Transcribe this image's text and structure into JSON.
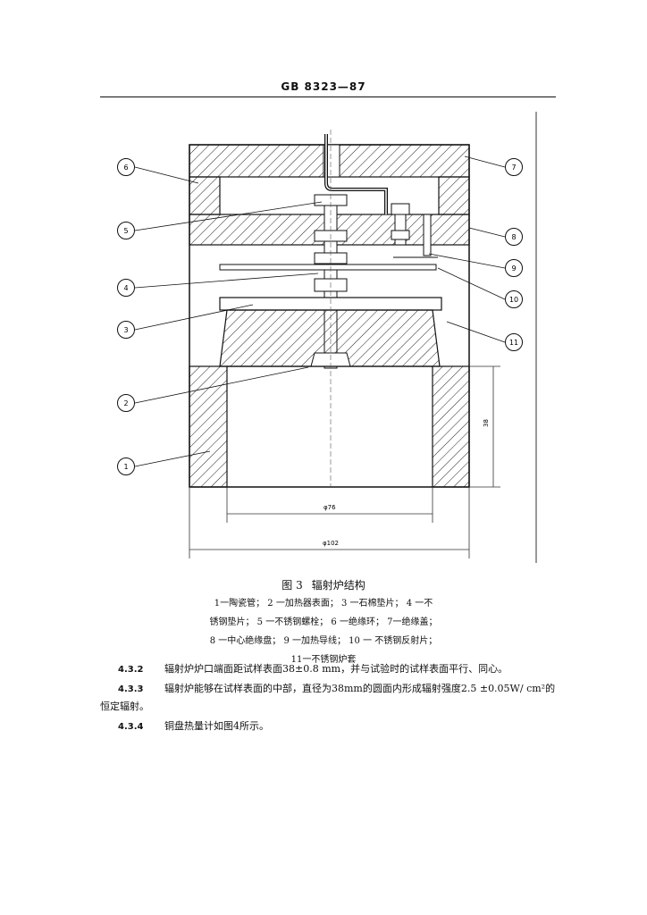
{
  "header": {
    "code": "GB 8323—87"
  },
  "figure": {
    "callouts": [
      "1",
      "2",
      "3",
      "4",
      "5",
      "6",
      "7",
      "8",
      "9",
      "10",
      "11"
    ],
    "dimensions": {
      "height": "38",
      "inner_diameter": "φ76",
      "outer_diameter": "φ102"
    }
  },
  "caption": {
    "title_number": "图 3",
    "title_text": "辐射炉结构",
    "lines": [
      "1一陶瓷管； 2 一加热器表面； 3 一石棉垫片； 4 一不",
      "锈钢垫片； 5 一不锈钢螺栓； 6 一绝缘环； 7一绝缘盖；",
      "8 一中心绝缘盘； 9 一加热导线； 10 一 不锈钢反射片；",
      "11一不锈钢炉套"
    ]
  },
  "paragraphs": [
    {
      "number": "4.3.2",
      "text": "辐射炉炉口端面距试样表面38±0.8 mm，并与试验时的试样表面平行、同心。"
    },
    {
      "number": "4.3.3",
      "text": "辐射炉能够在试样表面的中部，直径为38mm的圆面内形成辐射强度2.5 ±0.05W/ cm²的"
    },
    {
      "number": "",
      "text": "恒定辐射。"
    },
    {
      "number": "4.3.4",
      "text": "铜盘热量计如图4所示。"
    }
  ]
}
